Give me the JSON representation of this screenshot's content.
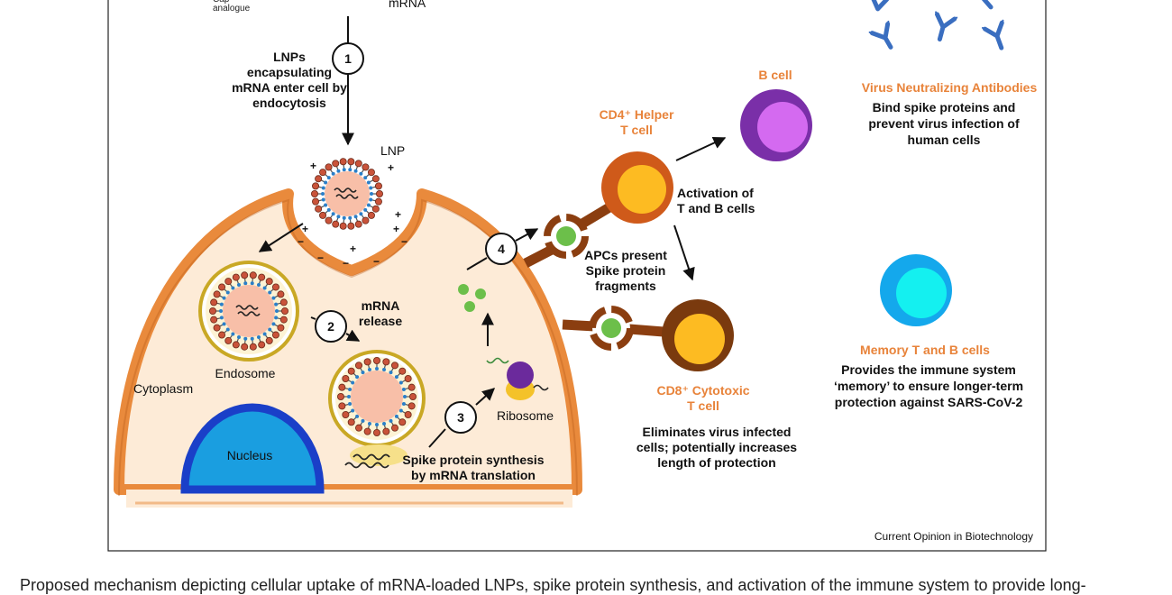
{
  "labels": {
    "cap_analogue": "Cap\nanalogue",
    "mrna_top": "mRNA",
    "step1_text": "LNPs\nencapsulating\nmRNA enter cell by\nendocytosis",
    "lnp": "LNP",
    "mrna_release": "mRNA\nrelease",
    "endosome": "Endosome",
    "cytoplasm": "Cytoplasm",
    "nucleus": "Nucleus",
    "ribosome": "Ribosome",
    "spike_synthesis": "Spike protein synthesis\nby mRNA translation",
    "apcs": "APCs present\nSpike protein\nfragments",
    "cd4": "CD4⁺ Helper\nT cell",
    "activation": "Activation of\nT and B cells",
    "b_cell": "B cell",
    "vna_title": "Virus Neutralizing Antibodies",
    "vna_desc": "Bind spike proteins and\nprevent virus infection of\nhuman cells",
    "cd8": "CD8⁺ Cytotoxic\nT cell",
    "cd8_desc": "Eliminates virus infected\ncells; potentially increases\nlength of protection",
    "memory_title": "Memory T and B cells",
    "memory_desc": "Provides the immune system\n‘memory’ to ensure longer-term\nprotection against SARS-CoV-2",
    "credit": "Current Opinion in Biotechnology"
  },
  "steps": [
    "1",
    "2",
    "3",
    "4"
  ],
  "caption": "Proposed mechanism depicting cellular uptake of mRNA-loaded LNPs, spike protein synthesis, and activation of the immune system to provide long-",
  "colors": {
    "accent_orange": "#e8833a",
    "cell_fill": "#fdebd7",
    "cell_border": "#e98a3c",
    "nucleus": "#1a9ee0",
    "nucleus_border": "#1a3fc8",
    "b_cell_outer": "#7a2fa8",
    "b_cell_inner": "#d46af0",
    "cd4_outer": "#cf5a1a",
    "cd4_inner": "#fdbb22",
    "cd8_outer": "#7a3a0e",
    "cd8_inner": "#fdbb22",
    "memory_outer": "#14a8ec",
    "memory_inner": "#14f0f0",
    "antibody": "#3a6ec0",
    "green_fragment": "#6cbf4a"
  }
}
